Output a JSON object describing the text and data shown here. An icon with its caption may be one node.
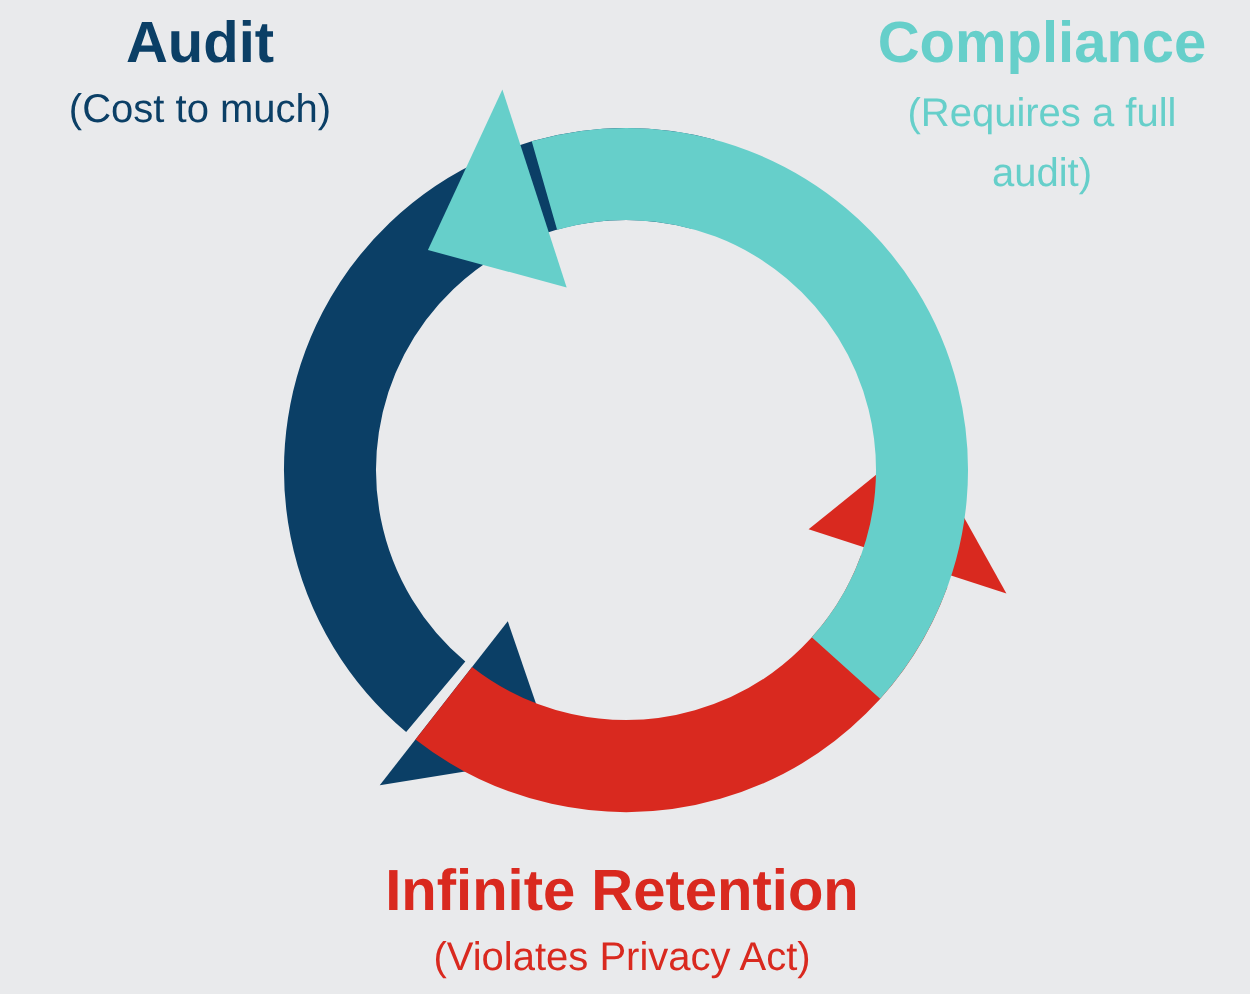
{
  "diagram": {
    "labels": [
      "Audit",
      "(Cost to much)",
      "Compliance",
      "(Requires a full audit)",
      "Infinite Retention",
      "(Violates Privacy Act)"
    ]
  }
}
